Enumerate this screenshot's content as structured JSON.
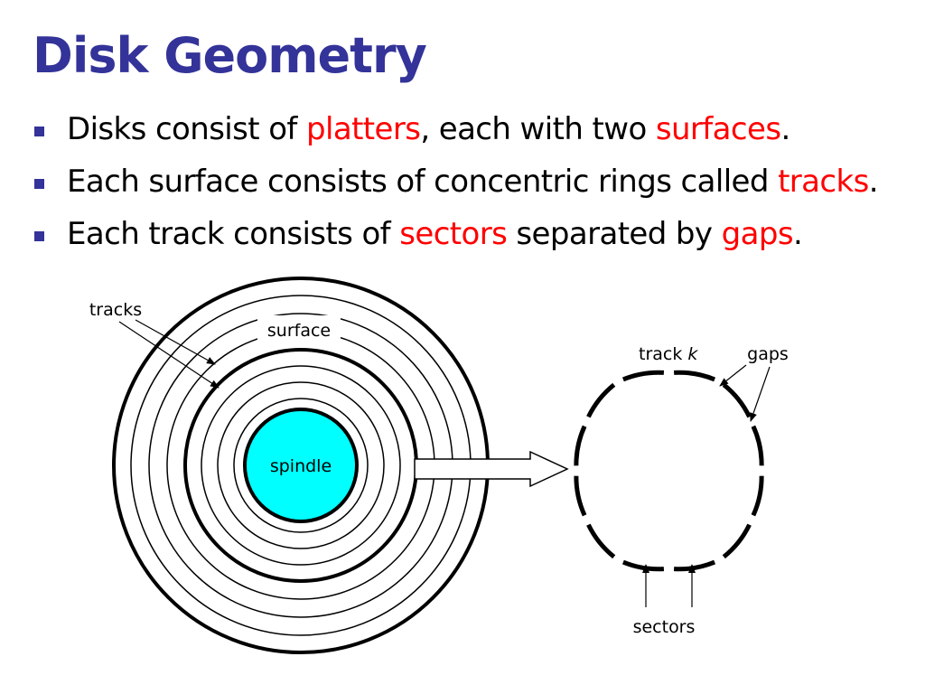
{
  "title": "Disk Geometry",
  "bullets": [
    {
      "t1": "Disks consist of ",
      "h1": "platters",
      "t2": ", each with two ",
      "h2": "surfaces",
      "t3": "."
    },
    {
      "t1": "Each surface consists of concentric rings called ",
      "h1": "tracks",
      "t2": "."
    },
    {
      "t1": "Each track consists of ",
      "h1": "sectors",
      "t2": " separated by ",
      "h2": "gaps",
      "t3": "."
    }
  ],
  "labels": {
    "tracks": "tracks",
    "surface": "surface",
    "spindle": "spindle",
    "track_k_prefix": "track ",
    "track_k_var": "k",
    "gaps": "gaps",
    "sectors": "sectors"
  },
  "colors": {
    "title": "#333399",
    "bullet_marker": "#333399",
    "highlight": "#ff0000",
    "spindle_fill": "#00ffff"
  }
}
